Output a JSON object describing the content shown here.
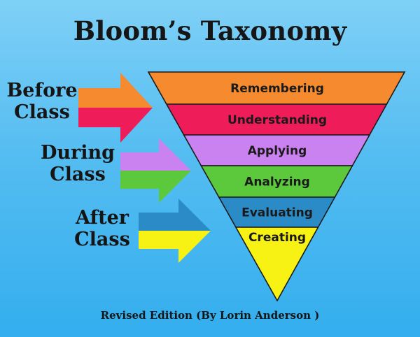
{
  "title": "Bloom’s Taxonomy",
  "footer": "Revised Edition (By Lorin Anderson )",
  "levels": [
    {
      "label": "Remembering",
      "color": "#f58a2e"
    },
    {
      "label": "Understanding",
      "color": "#ee1d5a"
    },
    {
      "label": "Applying",
      "color": "#c982f0"
    },
    {
      "label": "Analyzing",
      "color": "#5cc93c"
    },
    {
      "label": "Evaluating",
      "color": "#2a8bc6"
    },
    {
      "label": "Creating",
      "color": "#f7f214"
    }
  ],
  "phases": [
    {
      "label_line1": "Before",
      "label_line2": "Class",
      "arrow_colors": [
        "#f58a2e",
        "#ee1d5a"
      ]
    },
    {
      "label_line1": "During",
      "label_line2": "Class",
      "arrow_colors": [
        "#c982f0",
        "#5cc93c"
      ]
    },
    {
      "label_line1": "After",
      "label_line2": "Class",
      "arrow_colors": [
        "#2a8bc6",
        "#f7f214"
      ]
    }
  ]
}
